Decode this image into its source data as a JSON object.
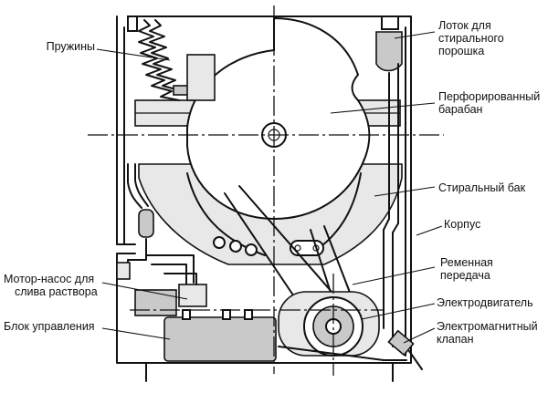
{
  "labels": {
    "springs": "Пружины",
    "detergent_tray_1": "Лоток для",
    "detergent_tray_2": "стирального",
    "detergent_tray_3": "порошка",
    "drum_1": "Перфорированный",
    "drum_2": "барабан",
    "tub": "Стиральный бак",
    "housing": "Корпус",
    "belt_1": "Ременная",
    "belt_2": "передача",
    "pump_1": "Мотор-насос для",
    "pump_2": "слива раствора",
    "motor": "Электродвигатель",
    "control_unit": "Блок управления",
    "valve_1": "Электромагнитный",
    "valve_2": "клапан"
  }
}
